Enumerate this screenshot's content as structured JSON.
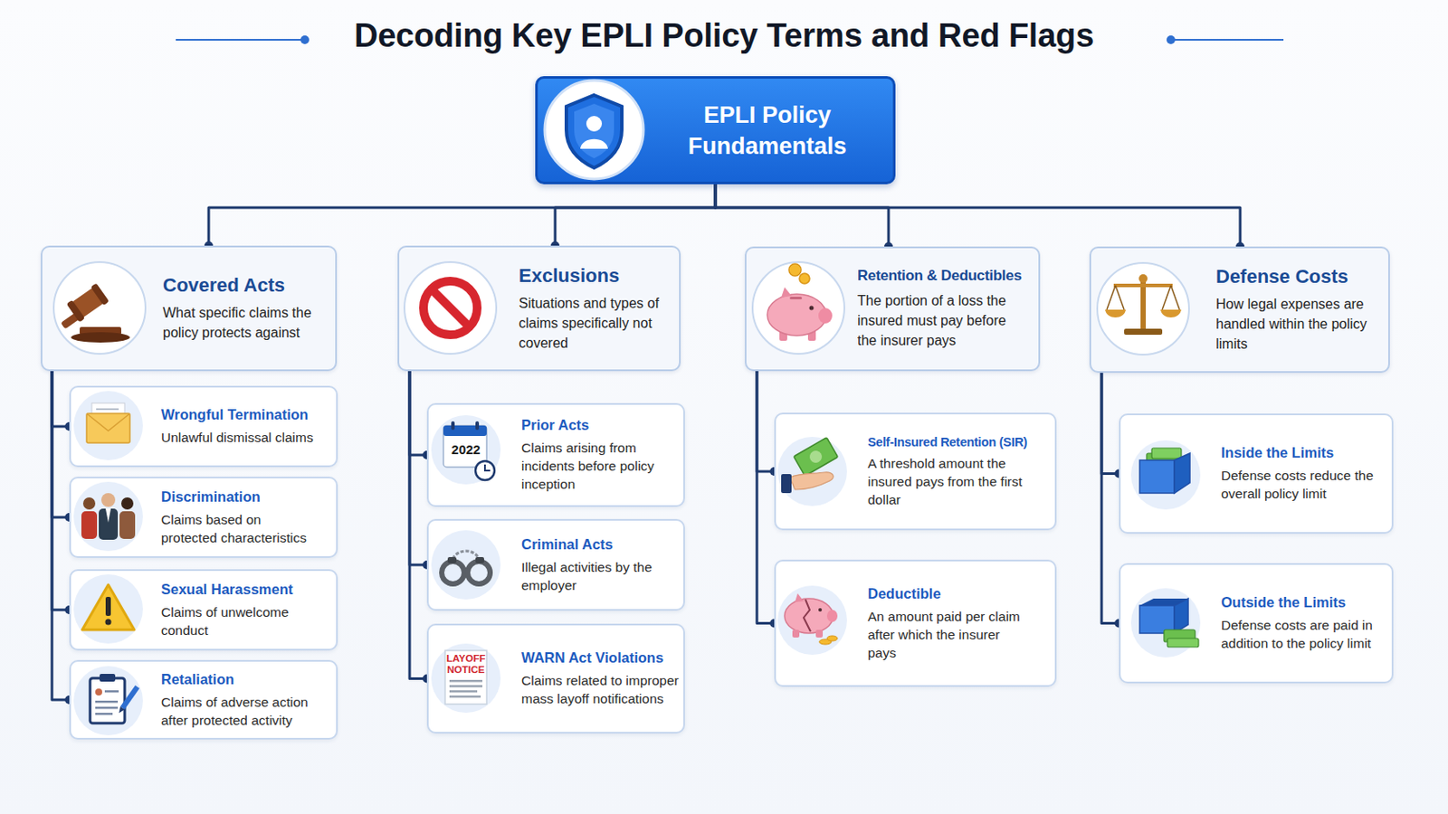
{
  "diagram": {
    "title": "Decoding Key EPLI Policy Terms and Red Flags",
    "nodes": [
      {
        "text": [
          "EPLI Policy Fundamentals"
        ]
      },
      {
        "text": [
          "Covered Acts",
          "What specific claims the policy protects against"
        ]
      },
      {
        "text": [
          "Wrongful Termination",
          "Unlawful dismissal claims"
        ]
      },
      {
        "text": [
          "Discrimination",
          "Claims based on protected characteristics"
        ]
      },
      {
        "text": [
          "Sexual Harassment",
          "Claims of unwelcome conduct"
        ]
      },
      {
        "text": [
          "Retaliation",
          "Claims of adverse action after protected activity"
        ]
      },
      {
        "text": [
          "Exclusions",
          "Situations and types of claims specifically not covered"
        ]
      },
      {
        "text": [
          "Prior Acts",
          "Claims arising from incidents before policy inception"
        ]
      },
      {
        "text": [
          "Criminal Acts",
          "Illegal activities by the employer"
        ]
      },
      {
        "text": [
          "WARN Act Violations",
          "Claims related to improper mass layoff notifications"
        ]
      },
      {
        "text": [
          "Retention & Deductibles",
          "The portion of a loss the insured must pay before the insurer pays"
        ]
      },
      {
        "text": [
          "Self-Insured Retention (SIR)",
          "A threshold amount the insured pays from the first dollar"
        ]
      },
      {
        "text": [
          "Deductible",
          "An amount paid per claim after which the insurer pays"
        ]
      },
      {
        "text": [
          "Defense Costs",
          "How legal expenses are handled within the policy limits"
        ]
      },
      {
        "text": [
          "Inside the Limits",
          "Defense costs reduce the overall policy limit"
        ]
      },
      {
        "text": [
          "Outside the Limits",
          "Defense costs are paid in addition to the policy limit"
        ]
      }
    ],
    "edges": [
      {
        "from": 0,
        "to": 1,
        "arrow": "none"
      },
      {
        "from": 0,
        "to": 6,
        "arrow": "none"
      },
      {
        "from": 0,
        "to": 10,
        "arrow": "none"
      },
      {
        "from": 0,
        "to": 13,
        "arrow": "none"
      },
      {
        "from": 1,
        "to": 2,
        "arrow": "none"
      },
      {
        "from": 1,
        "to": 3,
        "arrow": "none"
      },
      {
        "from": 1,
        "to": 4,
        "arrow": "none"
      },
      {
        "from": 1,
        "to": 5,
        "arrow": "none"
      },
      {
        "from": 6,
        "to": 7,
        "arrow": "none"
      },
      {
        "from": 6,
        "to": 8,
        "arrow": "none"
      },
      {
        "from": 6,
        "to": 9,
        "arrow": "none"
      },
      {
        "from": 10,
        "to": 11,
        "arrow": "none"
      },
      {
        "from": 10,
        "to": 12,
        "arrow": "none"
      },
      {
        "from": 13,
        "to": 14,
        "arrow": "none"
      },
      {
        "from": 13,
        "to": 15,
        "arrow": "none"
      }
    ],
    "labels": [
      "2022",
      "LAYOFF NOTICE"
    ]
  }
}
